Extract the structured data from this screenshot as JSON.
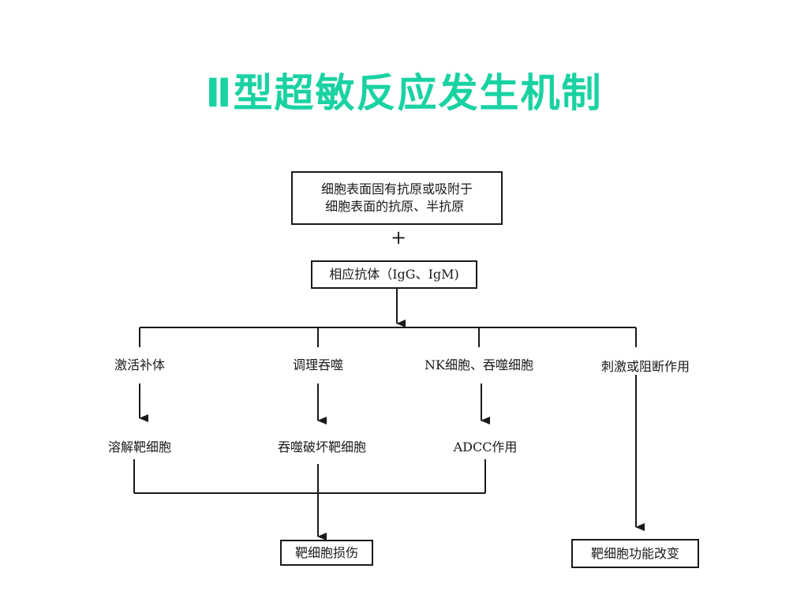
{
  "title": "Ⅱ型超敏反应发生机制",
  "boxes": {
    "antigen": "细胞表面固有抗原或吸附于\n 细胞表面的抗原、半抗原",
    "antibody": "相应抗体（IgG、IgM)",
    "damage": "靶细胞损伤",
    "function_change": "靶细胞功能改变"
  },
  "plus": "+",
  "branches": {
    "complement": "激活补体",
    "opsonization": "调理吞噬",
    "nk": "NK细胞、吞噬细胞",
    "stimulate": "刺激或阻断作用"
  },
  "outcomes": {
    "lysis": "溶解靶细胞",
    "phagocytosis": "吞噬破坏靶细胞",
    "adcc": "ADCC作用"
  },
  "colors": {
    "title": "#19d2a2",
    "line": "#1a1a1a"
  }
}
